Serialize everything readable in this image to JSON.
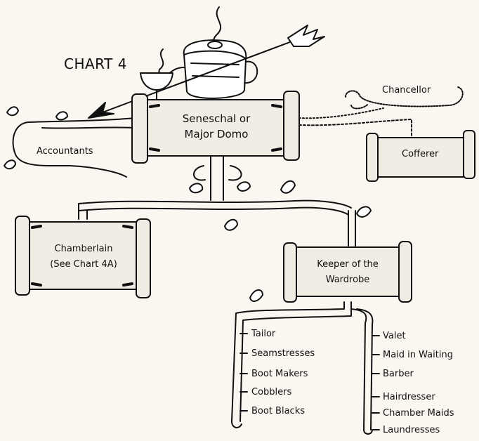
{
  "title": "CHART 4",
  "nodes": {
    "seneschal": [
      "Seneschal or",
      "Major Domo"
    ],
    "chancellor": "Chancellor",
    "cofferer": "Cofferer",
    "accountants": "Accountants",
    "chamberlain": [
      "Chamberlain",
      "(See Chart 4A)"
    ],
    "keeper": [
      "Keeper of the",
      "Wardrobe"
    ]
  },
  "left_list": [
    "Tailor",
    "Seamstresses",
    "Boot Makers",
    "Cobblers",
    "Boot Blacks"
  ],
  "right_list": [
    "Valet",
    "Maid in Waiting",
    "Barber",
    "Hairdresser",
    "Chamber Maids",
    "Laundresses"
  ],
  "ink_color": "#111111",
  "paper_color": "#faf7f0",
  "box_fill": "#f1ede4"
}
